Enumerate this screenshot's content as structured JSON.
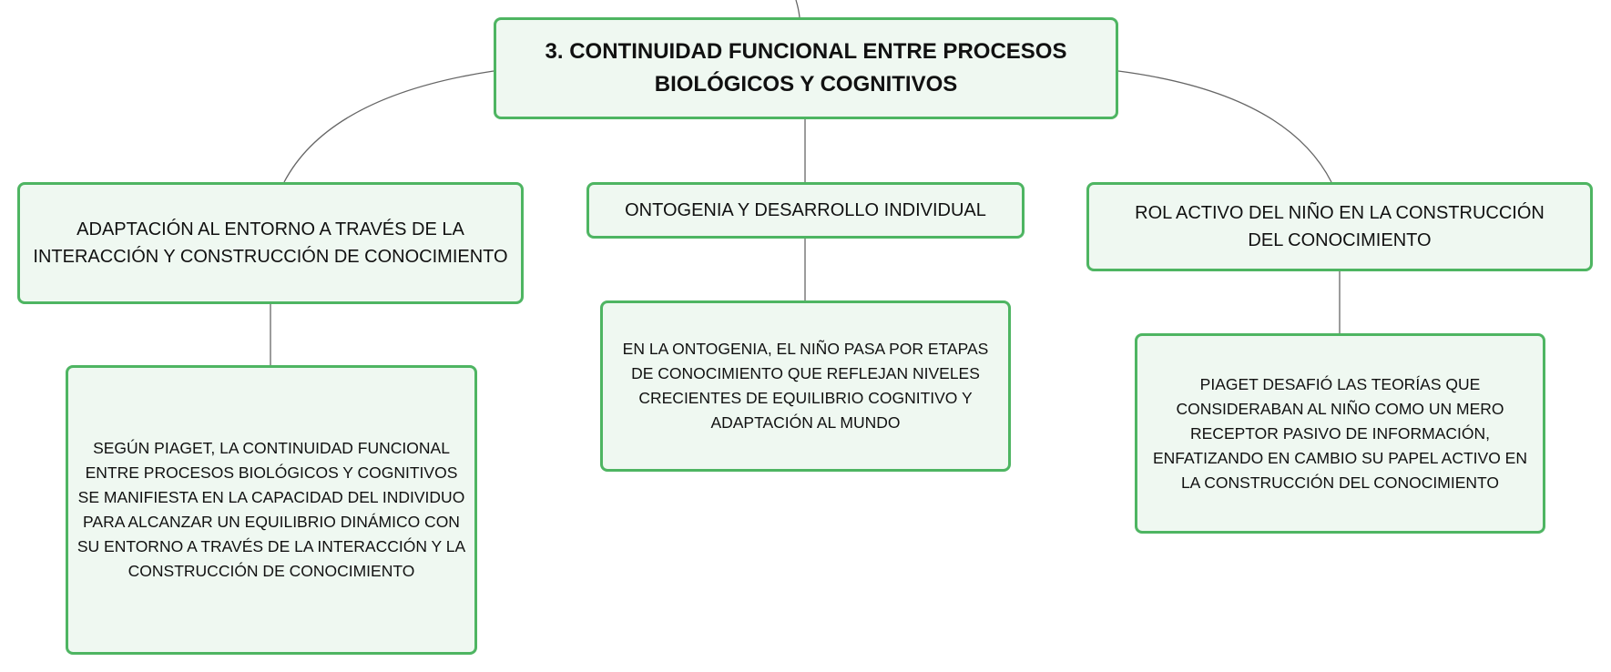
{
  "map": {
    "root": {
      "title": "3. CONTINUIDAD FUNCIONAL ENTRE PROCESOS BIOLÓGICOS Y COGNITIVOS"
    },
    "branches": [
      {
        "label": "ADAPTACIÓN AL ENTORNO A TRAVÉS DE LA INTERACCIÓN Y CONSTRUCCIÓN DE CONOCIMIENTO",
        "detail": "SEGÚN PIAGET, LA CONTINUIDAD FUNCIONAL ENTRE PROCESOS BIOLÓGICOS Y COGNITIVOS SE MANIFIESTA EN LA CAPACIDAD DEL INDIVIDUO PARA ALCANZAR UN EQUILIBRIO DINÁMICO CON SU ENTORNO A TRAVÉS DE LA INTERACCIÓN Y LA CONSTRUCCIÓN DE CONOCIMIENTO"
      },
      {
        "label": "ONTOGENIA Y DESARROLLO INDIVIDUAL",
        "detail": "EN LA ONTOGENIA, EL NIÑO PASA POR ETAPAS DE CONOCIMIENTO QUE REFLEJAN NIVELES CRECIENTES DE EQUILIBRIO COGNITIVO Y ADAPTACIÓN AL MUNDO"
      },
      {
        "label": "ROL ACTIVO DEL NIÑO EN LA CONSTRUCCIÓN DEL CONOCIMIENTO",
        "detail": "PIAGET DESAFIÓ LAS TEORÍAS QUE CONSIDERABAN AL NIÑO COMO UN MERO RECEPTOR PASIVO DE INFORMACIÓN, ENFATIZANDO EN CAMBIO SU PAPEL ACTIVO EN LA CONSTRUCCIÓN DEL CONOCIMIENTO"
      }
    ]
  },
  "colors": {
    "node_border": "#4eb562",
    "node_fill": "#eff8f1",
    "connector": "#666666",
    "text": "#111111"
  }
}
